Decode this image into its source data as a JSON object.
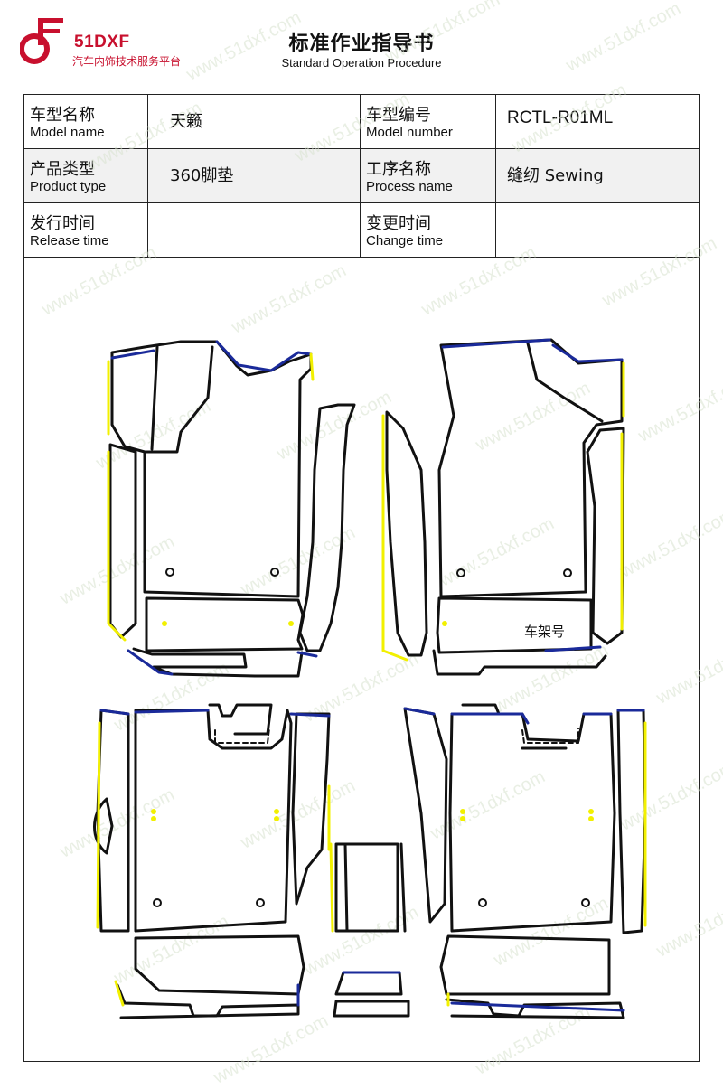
{
  "logo": {
    "brand": "51DXF",
    "tagline": "汽车内饰技术服务平台",
    "color": "#c8102e"
  },
  "header": {
    "title": "标准作业指导书",
    "subtitle": "Standard Operation Procedure"
  },
  "info_table": {
    "model_name": {
      "label_zh": "车型名称",
      "label_en": "Model name",
      "value": "天籁"
    },
    "model_number": {
      "label_zh": "车型编号",
      "label_en": "Model number",
      "value": "RCTL-R01ML"
    },
    "product_type": {
      "label_zh": "产品类型",
      "label_en": "Product type",
      "value": "360脚垫"
    },
    "process_name": {
      "label_zh": "工序名称",
      "label_en": "Process name",
      "value": "缝纫 Sewing"
    },
    "release_time": {
      "label_zh": "发行时间",
      "label_en": "Release time",
      "value": ""
    },
    "change_time": {
      "label_zh": "变更时间",
      "label_en": "Change time",
      "value": ""
    }
  },
  "drawing": {
    "annotation": "车架号",
    "colors": {
      "outline": "#111111",
      "edge_blue": "#1a2a9a",
      "edge_yellow": "#f2f000"
    }
  },
  "watermark": "www.51dxf.com"
}
